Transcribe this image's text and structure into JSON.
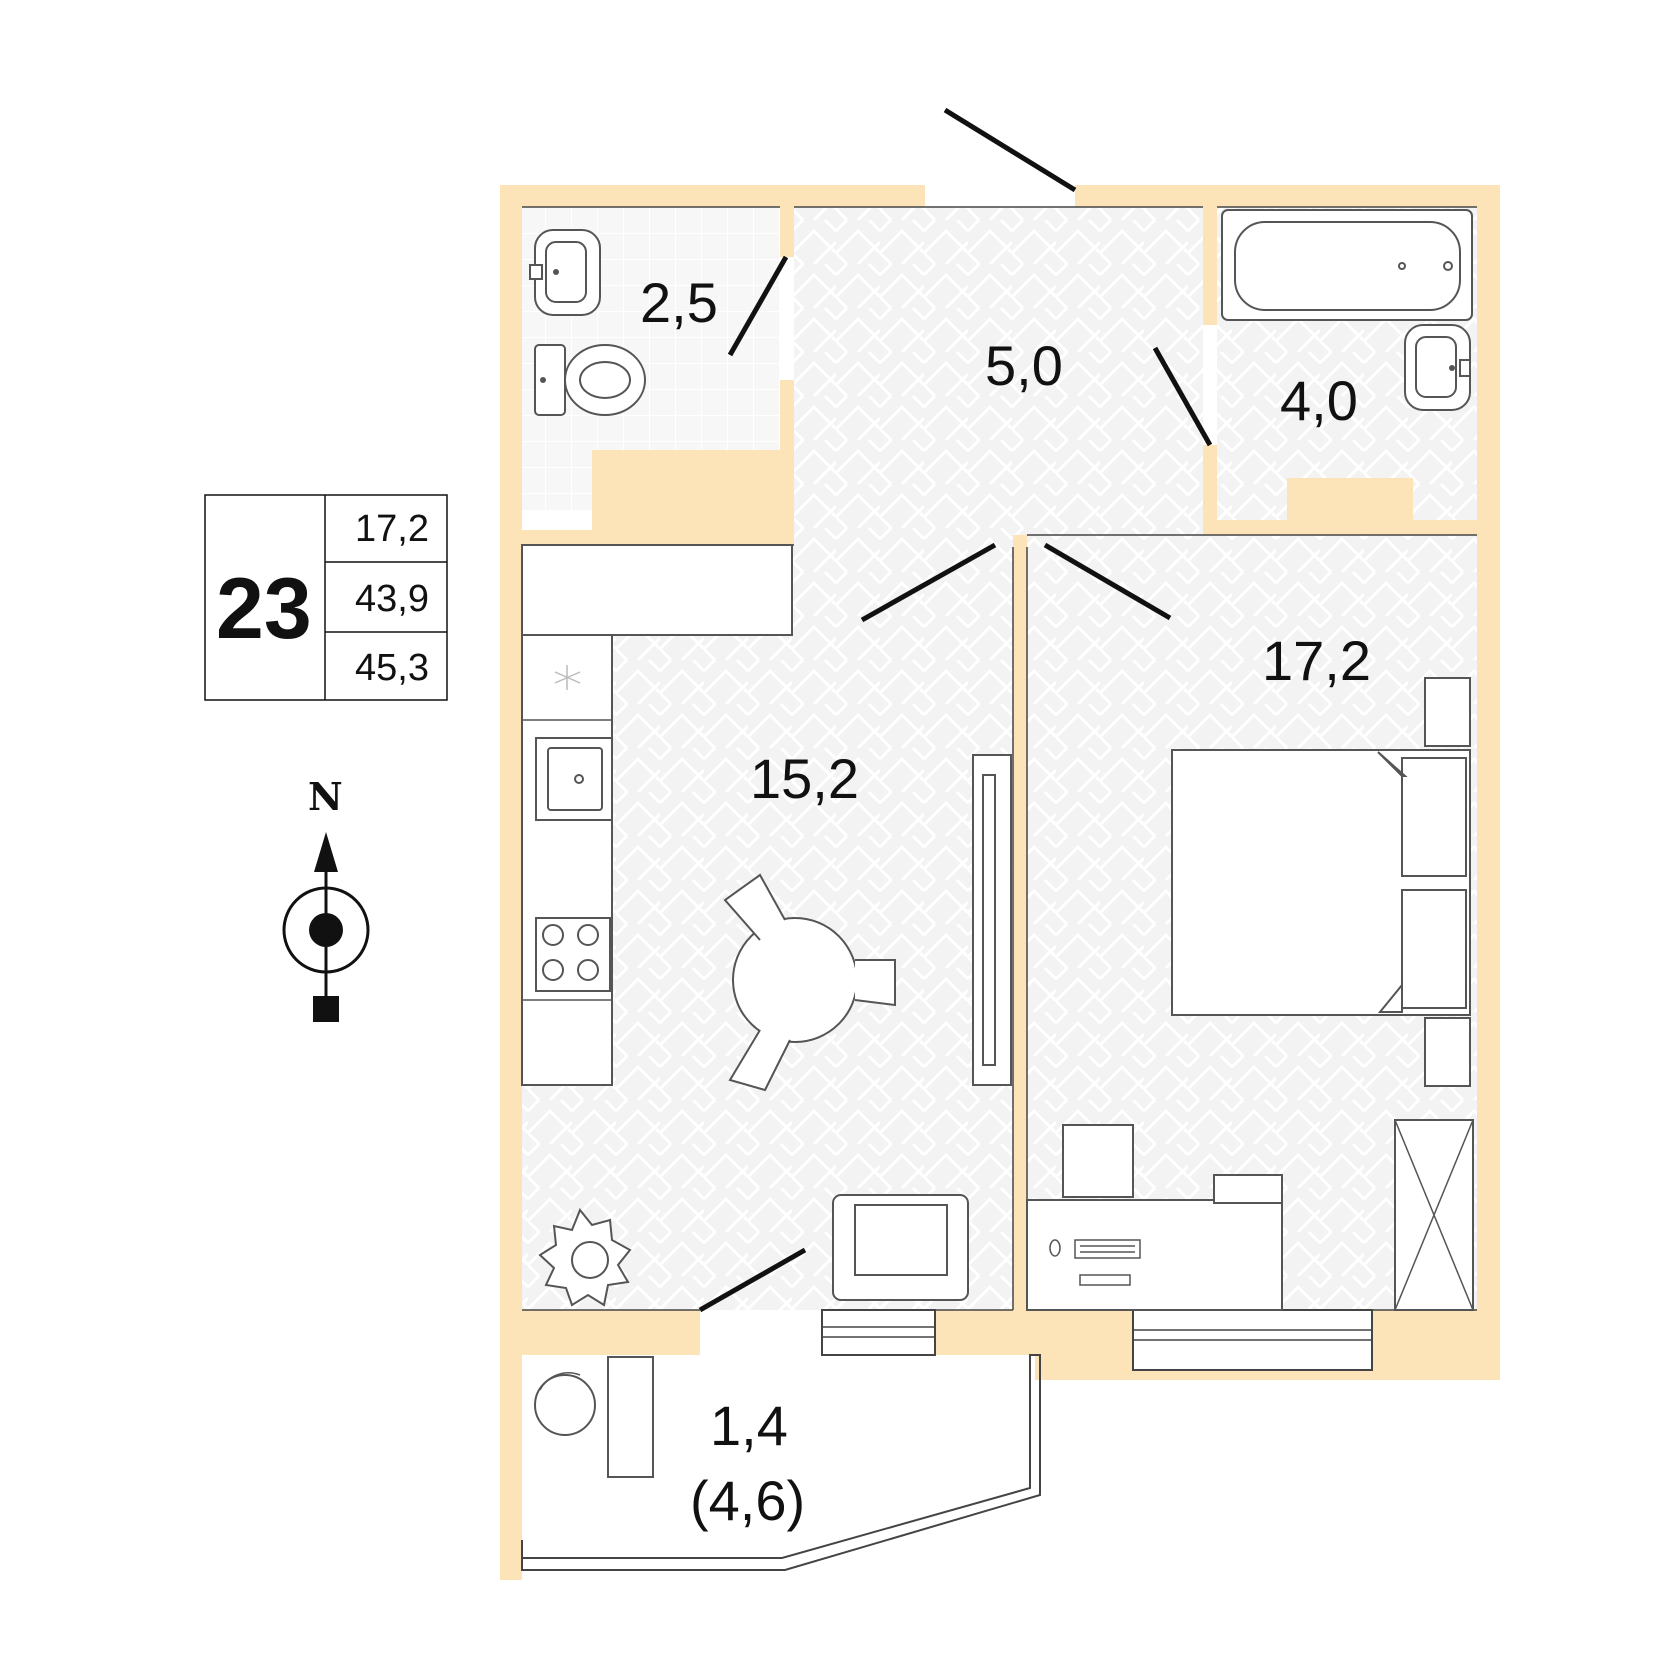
{
  "apartment": {
    "number": "23",
    "areas": [
      "17,2",
      "43,9",
      "45,3"
    ]
  },
  "compass": {
    "label": "N"
  },
  "rooms": {
    "wc": "2,5",
    "hall": "5,0",
    "bathroom": "4,0",
    "kitchen_living": "15,2",
    "bedroom": "17,2",
    "balcony": "1,4",
    "balcony_total": "(4,6)"
  },
  "colors": {
    "wall": "#fde3b8",
    "floor": "#f1f1f1",
    "tile": "#f6f6f6",
    "line": "#111111"
  }
}
